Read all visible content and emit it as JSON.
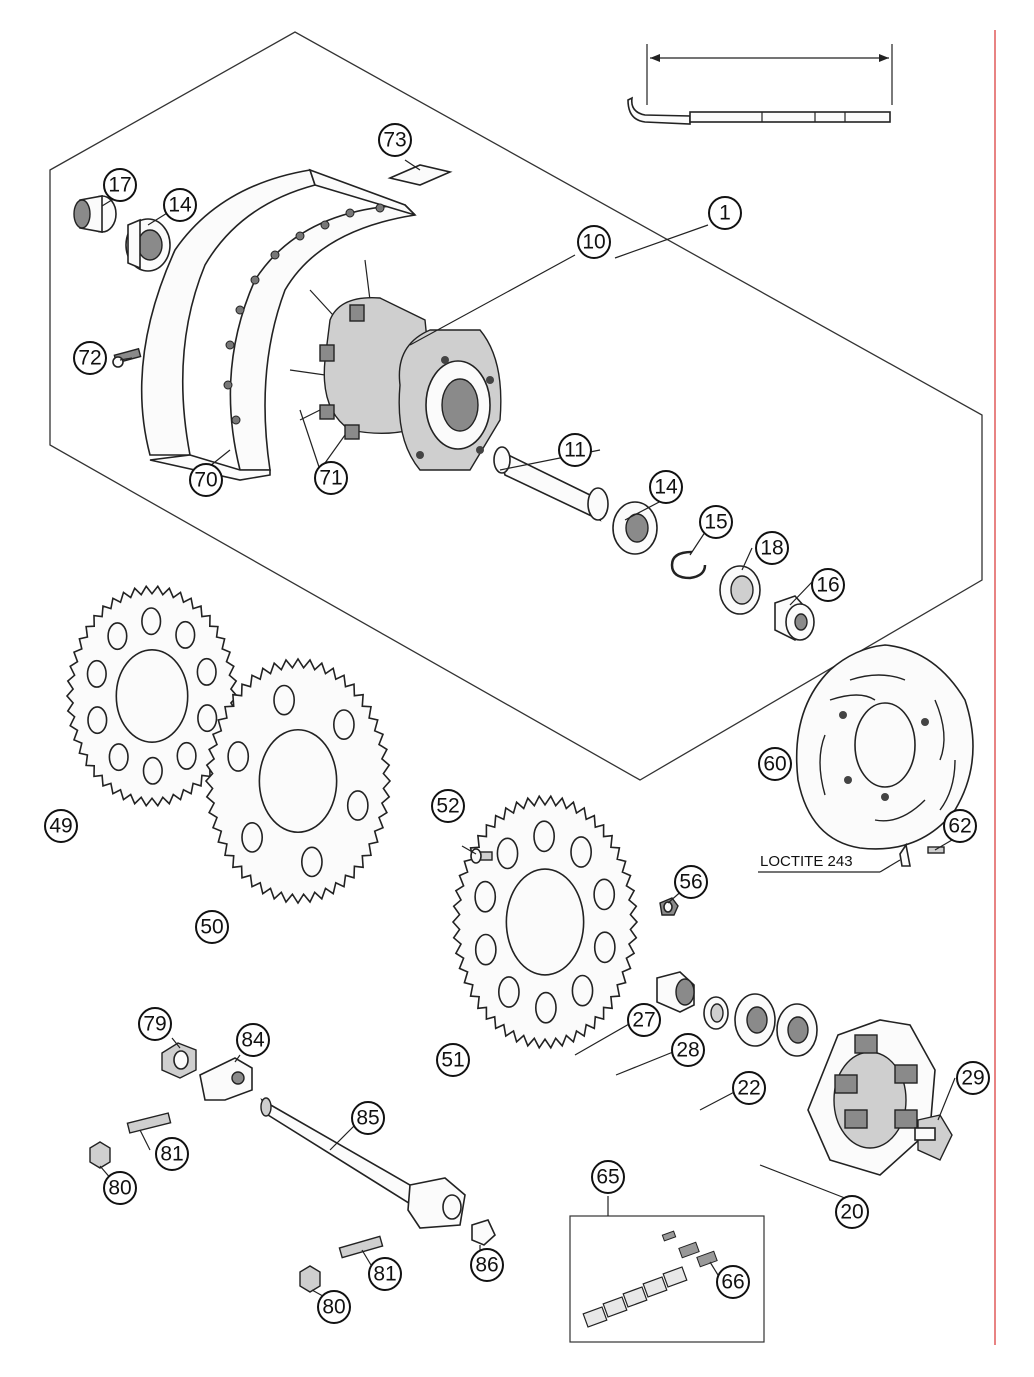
{
  "callouts": {
    "c1": "1",
    "c10": "10",
    "c11": "11",
    "c14a": "14",
    "c14b": "14",
    "c15": "15",
    "c16": "16",
    "c17": "17",
    "c18": "18",
    "c20": "20",
    "c22": "22",
    "c27": "27",
    "c28": "28",
    "c29": "29",
    "c49": "49",
    "c50": "50",
    "c51": "51",
    "c52": "52",
    "c56": "56",
    "c60": "60",
    "c62": "62",
    "c65": "65",
    "c66": "66",
    "c70": "70",
    "c71": "71",
    "c72": "72",
    "c73": "73",
    "c79": "79",
    "c80a": "80",
    "c80b": "80",
    "c81a": "81",
    "c81b": "81",
    "c84": "84",
    "c85": "85",
    "c86": "86"
  },
  "notes": {
    "loctite": "LOCTITE 243"
  },
  "colors": {
    "line": "#222222",
    "shade": "#8a8a8a",
    "accent_border": "#e05a5a"
  }
}
